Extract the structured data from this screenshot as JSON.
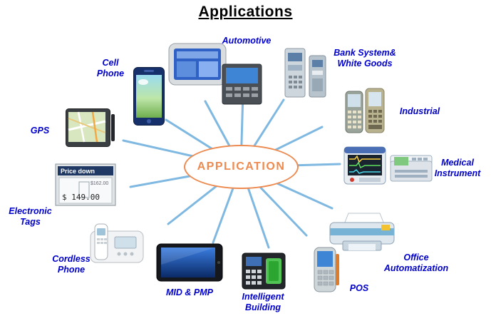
{
  "title": "Applications",
  "center": {
    "label": "APPLICATION",
    "color": "#ED8A50"
  },
  "style": {
    "label_color": "#0000CC",
    "ray_color": "#7FB8E0"
  },
  "nodes": {
    "cell_phone": {
      "label": "Cell\nPhone",
      "image": "smartphone-photo"
    },
    "automotive": {
      "label": "Automotive",
      "image": "car-navigation-units-photo"
    },
    "bank": {
      "label": "Bank System&\nWhite Goods",
      "image": "payment-terminal-photo"
    },
    "industrial": {
      "label": "Industrial",
      "image": "rugged-handheld-terminals-photo"
    },
    "medical": {
      "label": "Medical\nInstrument",
      "image": "patient-monitor-and-ecg-photo"
    },
    "office": {
      "label": "Office\nAutomatization",
      "image": "printer-photo"
    },
    "pos": {
      "label": "POS",
      "image": "pos-terminal-photo"
    },
    "intelligent": {
      "label": "Intelligent\nBuilding",
      "image": "fingerprint-access-panel-photo"
    },
    "mid_pmp": {
      "label": "MID & PMP",
      "image": "tablet-photo"
    },
    "cordless": {
      "label": "Cordless\nPhone",
      "image": "cordless-phone-photo"
    },
    "etags": {
      "label": "Electronic\nTags",
      "image": "electronic-price-tag-photo"
    },
    "gps": {
      "label": "GPS",
      "image": "gps-navigator-photo"
    }
  },
  "etag": {
    "header": "Price down",
    "old_price": "$162.00",
    "price": "$ 149.00"
  }
}
